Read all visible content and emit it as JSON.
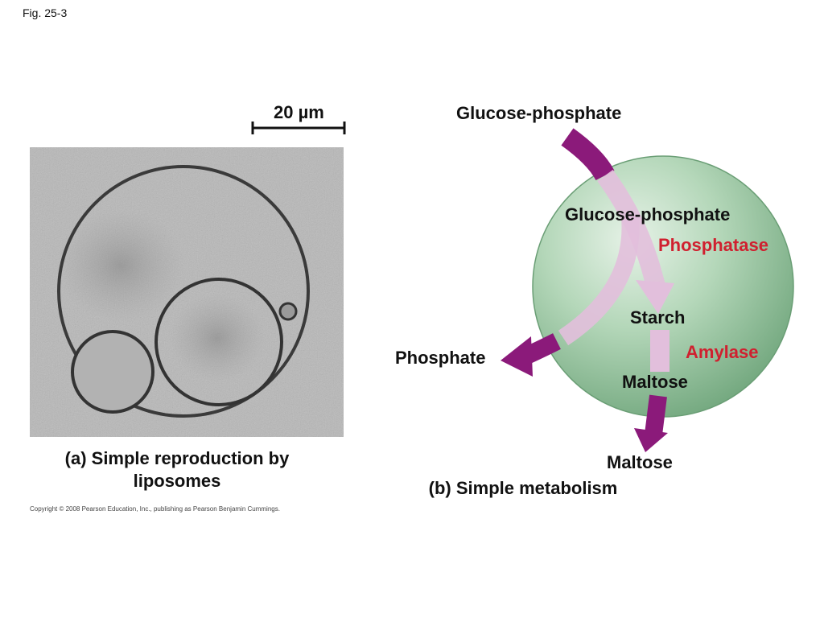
{
  "figure_label": "Fig. 25-3",
  "panel_a": {
    "scale_bar": "20 µm",
    "caption_line1": "(a) Simple reproduction by",
    "caption_line2": "liposomes"
  },
  "panel_b": {
    "outside_top": "Glucose-phosphate",
    "inside_top": "Glucose-phosphate",
    "enzyme_1": "Phosphatase",
    "middle": "Starch",
    "enzyme_2": "Amylase",
    "inside_bottom": "Maltose",
    "outside_left": "Phosphate",
    "outside_bottom": "Maltose",
    "caption": "(b) Simple metabolism"
  },
  "copyright": "Copyright © 2008 Pearson Education, Inc., publishing as Pearson Benjamin Cummings.",
  "colors": {
    "arrow": "#8b1a7a",
    "arrow_light": "#e2bfdc",
    "sphere": "#9cc7a4",
    "enzyme_text": "#d0202f"
  }
}
